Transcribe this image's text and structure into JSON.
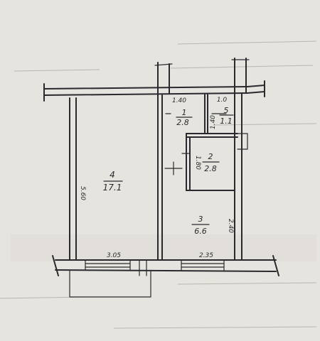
{
  "rooms": [
    {
      "id": "room-1",
      "number": "1",
      "area": "2.8"
    },
    {
      "id": "room-2",
      "number": "2",
      "area": "2.8"
    },
    {
      "id": "room-3",
      "number": "3",
      "area": "6.6"
    },
    {
      "id": "room-4",
      "number": "4",
      "area": "17.1"
    },
    {
      "id": "room-5",
      "number": "5",
      "area": "1.1"
    }
  ],
  "dimensions": {
    "room1_width": "1.40",
    "room5_width": "1.0",
    "room5_depth": "1.40",
    "room2_height": "1.80",
    "room4_height": "5.60",
    "room3_height": "2.40",
    "room4_bottom": "3.05",
    "room3_bottom": "2.35"
  }
}
